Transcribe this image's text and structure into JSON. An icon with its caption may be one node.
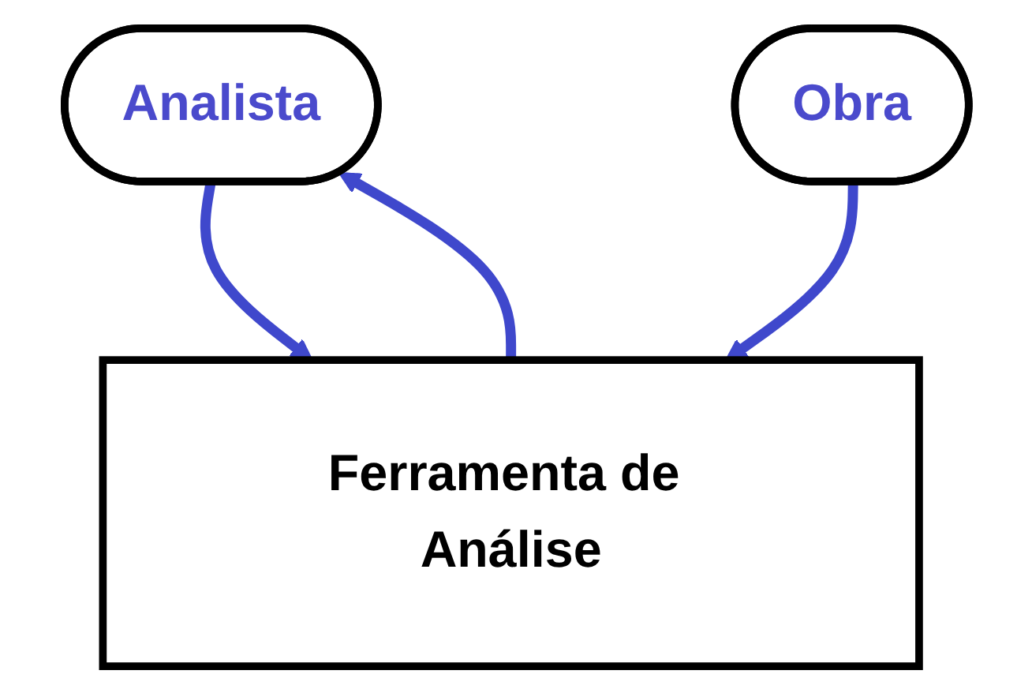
{
  "diagram": {
    "nodes": [
      {
        "text": [
          "Analista"
        ]
      },
      {
        "text": [
          "Obra"
        ]
      },
      {
        "text": [
          "Ferramenta de Análise"
        ]
      }
    ],
    "edges": [
      {
        "from": 0,
        "to": 2,
        "arrow": "to"
      },
      {
        "from": 2,
        "to": 0,
        "arrow": "to"
      },
      {
        "from": 1,
        "to": 2,
        "arrow": "to"
      }
    ]
  }
}
